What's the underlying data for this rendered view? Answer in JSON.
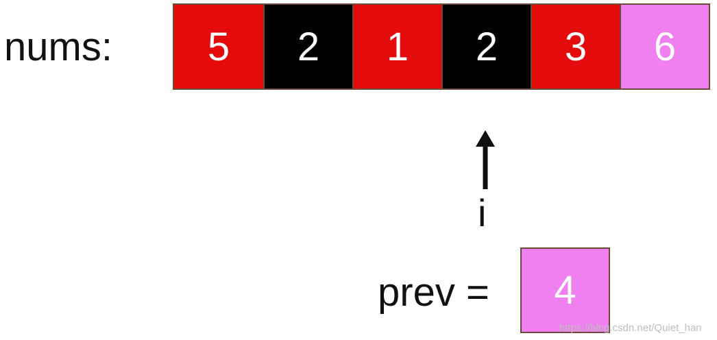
{
  "nums_label": "nums:",
  "cells": [
    {
      "value": "5",
      "color": "#e30b0b"
    },
    {
      "value": "2",
      "color": "#000000"
    },
    {
      "value": "1",
      "color": "#e30b0b"
    },
    {
      "value": "2",
      "color": "#000000"
    },
    {
      "value": "3",
      "color": "#e30b0b"
    },
    {
      "value": "6",
      "color": "#f080f0"
    }
  ],
  "pointer_label": "i",
  "prev_label": "prev =",
  "prev_value": "4",
  "prev_color": "#f080f0",
  "watermark": "https://blog.csdn.net/Quiet_han"
}
